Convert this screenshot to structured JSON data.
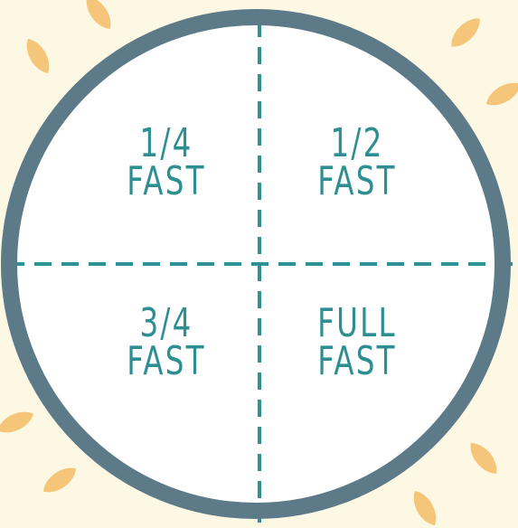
{
  "colors": {
    "background": "#fdf8e4",
    "leaf": "#f5c67a",
    "ring": "#5d7a89",
    "divider": "#2e9295",
    "label": "#2e8f93",
    "face": "#ffffff"
  },
  "quadrants": [
    {
      "line1": "1/4",
      "line2": "FAST"
    },
    {
      "line1": "1/2",
      "line2": "FAST"
    },
    {
      "line1": "3/4",
      "line2": "FAST"
    },
    {
      "line1": "FULL",
      "line2": "FAST"
    }
  ]
}
